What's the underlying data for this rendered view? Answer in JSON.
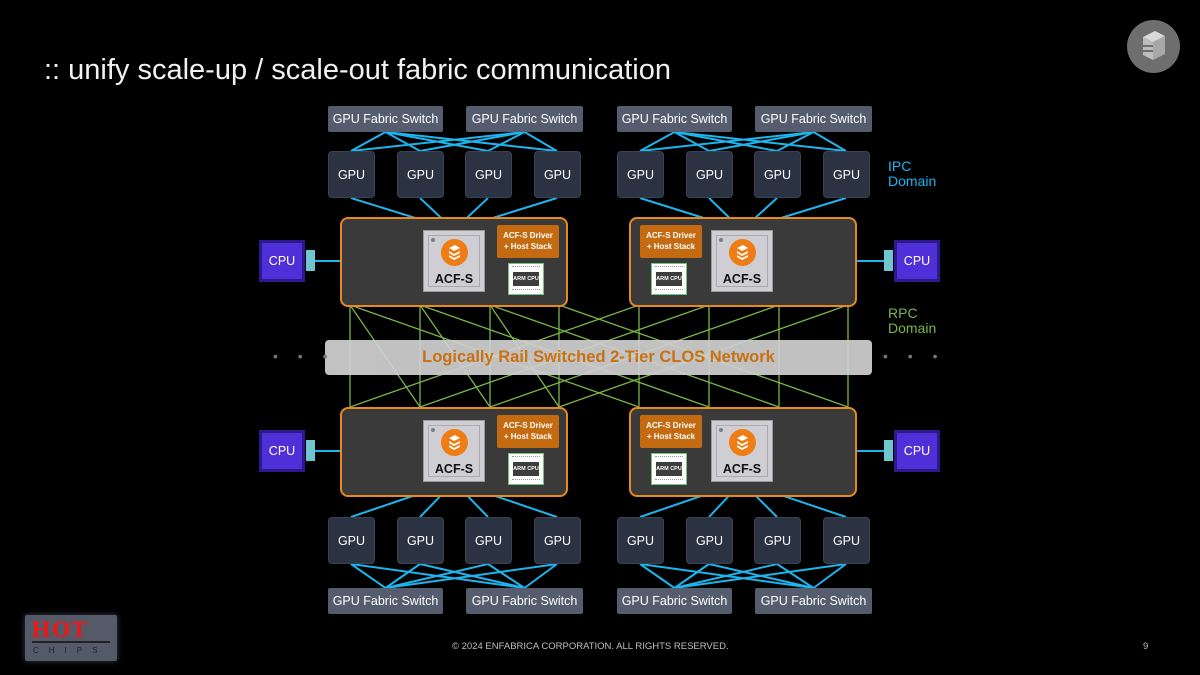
{
  "slide": {
    "title": ":: unify scale-up / scale-out fabric communication",
    "page_number": "9",
    "footer": "© 2024 ENFABRICA CORPORATION. ALL RIGHTS RESERVED.",
    "logo": "enfabrica-stack-icon",
    "event_logo": {
      "top": "HOT",
      "bottom": "CHIPS"
    }
  },
  "labels": {
    "fabric_switch": "GPU Fabric Switch",
    "gpu": "GPU",
    "cpu": "CPU",
    "acfs": "ACF-S",
    "driver_line1": "ACF-S Driver",
    "driver_line2": "+ Host Stack",
    "arm_cpu": "ARM CPU",
    "clos_network": "Logically Rail Switched 2-Tier CLOS Network",
    "ipc_domain_1": "IPC",
    "ipc_domain_2": "Domain",
    "rpc_domain_1": "RPC",
    "rpc_domain_2": "Domain",
    "ellipsis": "• • •"
  },
  "colors": {
    "ipc_link": "#1eb4ec",
    "rpc_link": "#7ab648",
    "tray_border": "#e8891e",
    "accent_orange": "#ee7d16",
    "cpu": "#4f2fd8"
  }
}
